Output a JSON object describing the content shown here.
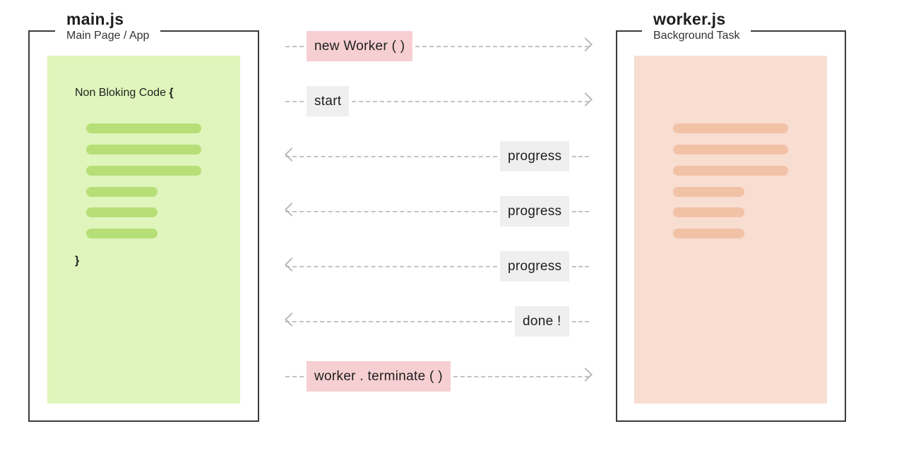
{
  "main_panel": {
    "title": "main.js",
    "subtitle": "Main Page / App",
    "code_open": "Non Bloking Code ",
    "brace_open": "{",
    "brace_close": "}",
    "fill_color": "#dff5bb",
    "line_color": "#b6df78"
  },
  "worker_panel": {
    "title": "worker.js",
    "subtitle": "Background Task",
    "fill_color": "#f8ddd1",
    "line_color": "#f2c2a7"
  },
  "messages": [
    {
      "label": "new Worker ( )",
      "direction": "to-worker",
      "style": "pink"
    },
    {
      "label": "start",
      "direction": "to-worker",
      "style": "grey"
    },
    {
      "label": "progress",
      "direction": "to-main",
      "style": "grey"
    },
    {
      "label": "progress",
      "direction": "to-main",
      "style": "grey"
    },
    {
      "label": "progress",
      "direction": "to-main",
      "style": "grey"
    },
    {
      "label": "done !",
      "direction": "to-main",
      "style": "grey"
    },
    {
      "label": "worker . terminate ( )",
      "direction": "to-worker",
      "style": "pink"
    }
  ]
}
